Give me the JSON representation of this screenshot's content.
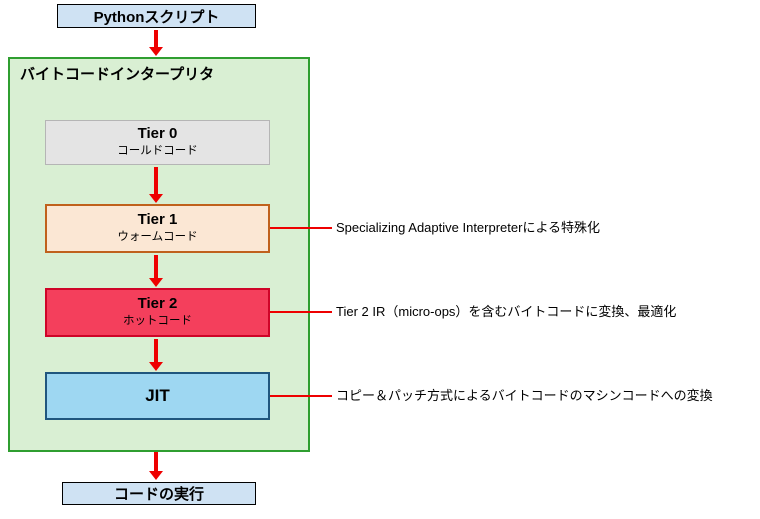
{
  "top_box": {
    "label": "Pythonスクリプト"
  },
  "container": {
    "title": "バイトコードインタープリタ"
  },
  "tiers": [
    {
      "title": "Tier 0",
      "subtitle": "コールドコード",
      "annotation": ""
    },
    {
      "title": "Tier 1",
      "subtitle": "ウォームコード",
      "annotation": "Specializing Adaptive Interpreterによる特殊化"
    },
    {
      "title": "Tier 2",
      "subtitle": "ホットコード",
      "annotation": "Tier 2 IR（micro-ops）を含むバイトコードに変換、最適化"
    },
    {
      "title": "JIT",
      "subtitle": "",
      "annotation": "コピー＆パッチ方式によるバイトコードのマシンコードへの変換"
    }
  ],
  "bottom_box": {
    "label": "コードの実行"
  },
  "colors": {
    "arrow": "#ee0000",
    "io_box_fill": "#cfe2f3",
    "container_fill": "#d9efd3",
    "container_border": "#2f9e30",
    "tier0_fill": "#e4e4e4",
    "tier0_border": "#b5b5b5",
    "tier1_fill": "#fbe7d4",
    "tier1_border": "#c0611c",
    "tier2_fill": "#f43f5c",
    "tier2_border": "#cf0428",
    "jit_fill": "#9ed7f2",
    "jit_border": "#20567e"
  }
}
